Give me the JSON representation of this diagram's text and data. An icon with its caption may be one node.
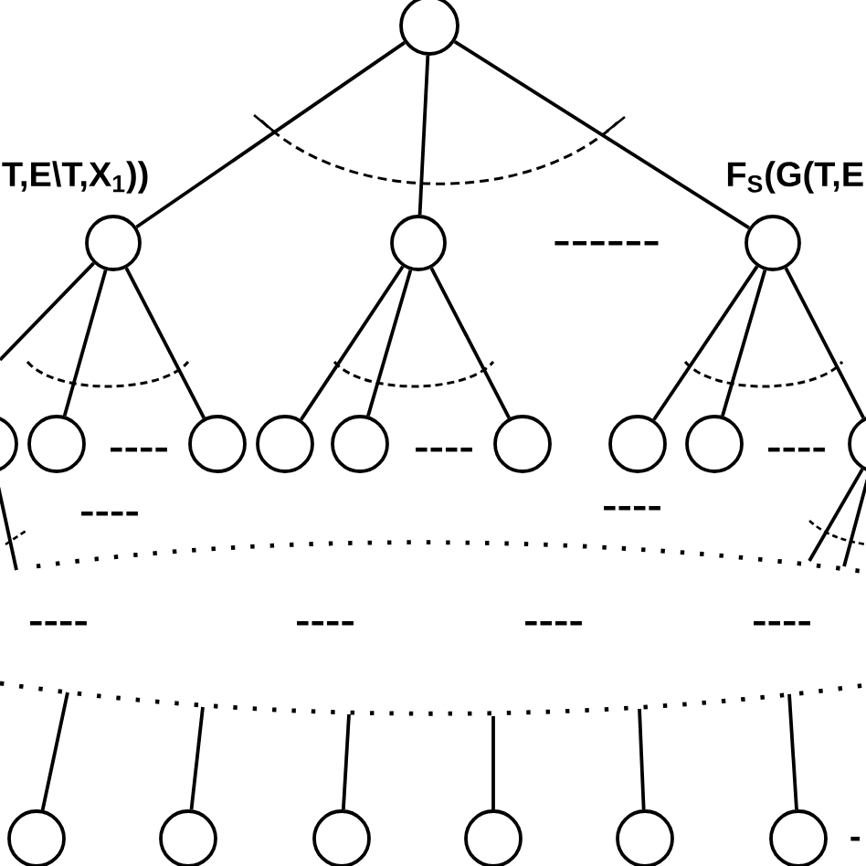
{
  "diagram": {
    "nodes": [
      {
        "text": [],
        "shape": "circle"
      },
      {
        "text": [],
        "shape": "circle"
      },
      {
        "text": [],
        "shape": "circle"
      },
      {
        "text": [],
        "shape": "circle"
      },
      {
        "text": [],
        "shape": "circle"
      },
      {
        "text": [],
        "shape": "circle"
      },
      {
        "text": [],
        "shape": "circle"
      },
      {
        "text": [],
        "shape": "circle"
      },
      {
        "text": [],
        "shape": "circle"
      },
      {
        "text": [],
        "shape": "circle"
      },
      {
        "text": [],
        "shape": "circle"
      },
      {
        "text": [],
        "shape": "circle"
      },
      {
        "text": [],
        "shape": "circle"
      },
      {
        "text": [],
        "shape": "circle"
      },
      {
        "text": [],
        "shape": "circle"
      },
      {
        "text": [],
        "shape": "circle"
      },
      {
        "text": [],
        "shape": "circle"
      },
      {
        "text": [],
        "shape": "circle"
      },
      {
        "text": [],
        "shape": "circle"
      }
    ],
    "edges": [
      {
        "from": 0,
        "to": 1,
        "arrow": "none"
      },
      {
        "from": 0,
        "to": 2,
        "arrow": "none"
      },
      {
        "from": 0,
        "to": 3,
        "arrow": "none"
      },
      {
        "from": 1,
        "to": null,
        "arrow": "none"
      },
      {
        "from": 1,
        "to": 5,
        "arrow": "none"
      },
      {
        "from": 1,
        "to": 6,
        "arrow": "none"
      },
      {
        "from": 2,
        "to": 7,
        "arrow": "none"
      },
      {
        "from": 2,
        "to": 8,
        "arrow": "none"
      },
      {
        "from": 2,
        "to": 9,
        "arrow": "none"
      },
      {
        "from": 3,
        "to": 10,
        "arrow": "none"
      },
      {
        "from": 3,
        "to": 11,
        "arrow": "none"
      },
      {
        "from": 3,
        "to": 12,
        "arrow": "none"
      },
      {
        "from": 4,
        "to": null,
        "arrow": "none"
      },
      {
        "from": 12,
        "to": null,
        "arrow": "none"
      },
      {
        "from": 12,
        "to": null,
        "arrow": "none"
      },
      {
        "from": null,
        "to": 13,
        "arrow": "none"
      },
      {
        "from": null,
        "to": 14,
        "arrow": "none"
      },
      {
        "from": null,
        "to": 15,
        "arrow": "none"
      },
      {
        "from": null,
        "to": 16,
        "arrow": "none"
      },
      {
        "from": null,
        "to": 17,
        "arrow": "none"
      },
      {
        "from": null,
        "to": 18,
        "arrow": "none"
      }
    ],
    "labels": [
      "T,E\\T,X$_{1}$))",
      "F$_{S}$(G(T,E",
      "------",
      "----",
      "----",
      "----",
      "----",
      "----",
      "----",
      "----",
      "----",
      "----",
      "-"
    ]
  }
}
